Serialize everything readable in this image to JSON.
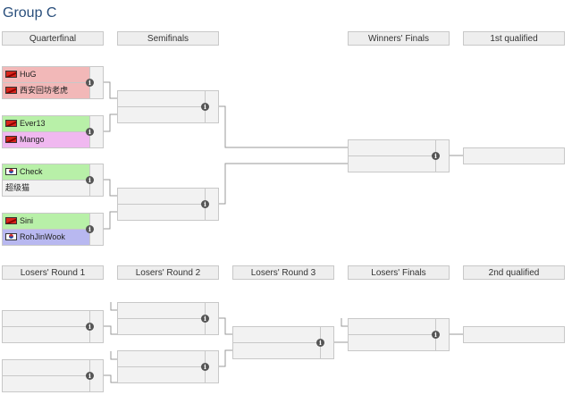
{
  "title": "Group C",
  "headers_top": {
    "quarterfinal": "Quarterfinal",
    "semifinals": "Semifinals",
    "winners_finals": "Winners' Finals",
    "first_qualified": "1st qualified"
  },
  "headers_bottom": {
    "losers_round_1": "Losers' Round 1",
    "losers_round_2": "Losers' Round 2",
    "losers_round_3": "Losers' Round 3",
    "losers_finals": "Losers' Finals",
    "second_qualified": "2nd qualified"
  },
  "quarterfinals": [
    {
      "top": {
        "name": "HuG",
        "flag": "china-flag-icon",
        "status": "lose"
      },
      "bottom": {
        "name": "西安回坊老虎",
        "flag": "china-flag-icon",
        "status": "lose"
      }
    },
    {
      "top": {
        "name": "Ever13",
        "flag": "china-flag-icon",
        "status": "win"
      },
      "bottom": {
        "name": "Mango",
        "flag": "china-flag-icon",
        "status": "pink"
      }
    },
    {
      "top": {
        "name": "Check",
        "flag": "korea-flag-icon",
        "status": "win"
      },
      "bottom": {
        "name": "超级猫",
        "flag": "",
        "status": "plain"
      }
    },
    {
      "top": {
        "name": "Sini",
        "flag": "china-flag-icon",
        "status": "win"
      },
      "bottom": {
        "name": "RohJinWook",
        "flag": "korea-flag-icon",
        "status": "blue"
      }
    }
  ],
  "info_glyph": "i",
  "colors": {
    "win": "#b8f0a8",
    "lose": "#f2b8b8",
    "pink": "#f0b8f0",
    "blue": "#b8b8f0",
    "title": "#2a4f7c"
  }
}
